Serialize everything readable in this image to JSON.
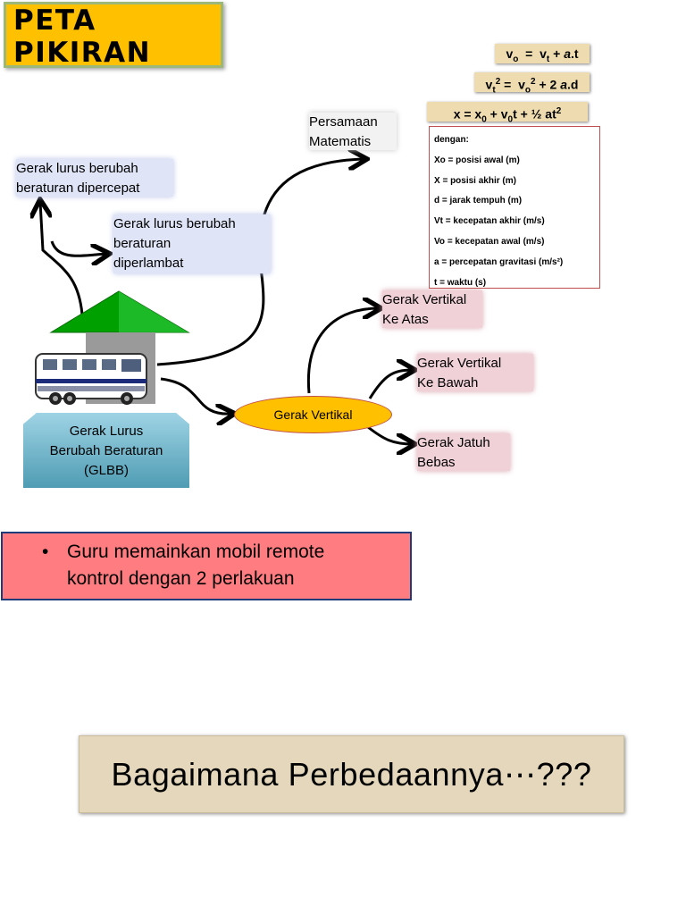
{
  "title": {
    "line1": "PETA",
    "line2": "PIKIRAN"
  },
  "labels": {
    "glbb_dipercepat": "Gerak lurus berubah\nberaturan dipercepat",
    "glbb_diperlambat": "Gerak lurus berubah\nberaturan\ndiperlambat",
    "persamaan": "Persamaan\nMatematis",
    "gv_atas": "Gerak Vertikal\nKe Atas",
    "gv_bawah": "Gerak Vertikal\nKe Bawah",
    "jatuh_bebas": "Gerak Jatuh\nBebas",
    "glbb": "Gerak Lurus\nBerubah Beraturan\n(GLBB)",
    "gerak_vertikal": "Gerak Vertikal"
  },
  "formulas": [
    "v<sub>o</sub> &nbsp;= &nbsp;v<sub>t</sub> + <i>a</i>.t",
    "v<sub>t</sub><sup>2</sup> = &nbsp;v<sub>o</sub><sup>2</sup> + 2 <i>a</i>.d",
    "x = x<sub>0</sub> + v<sub>0</sub>t + ½ at<sup>2</sup>"
  ],
  "definitions": [
    "dengan:",
    "Xo = posisi awal (m)",
    " X  = posisi akhir (m)",
    "d = jarak tempuh (m)",
    " Vt = kecepatan akhir (m/s)",
    " Vo = kecepatan awal (m/s)",
    " a = percepatan gravitasi (m/s²)",
    " t  = waktu (s)"
  ],
  "bullet": {
    "symbol": "•",
    "text": "Guru memainkan mobil remote\nkontrol dengan 2 perlakuan"
  },
  "question": "Bagaimana Perbedaannya⋯???",
  "colors": {
    "title_bg": "#ffc000",
    "triangle": "#00a000",
    "ellipse": "#ffc000",
    "bullet_bg": "#ff7c80",
    "question_bg": "#e4d7bb"
  }
}
